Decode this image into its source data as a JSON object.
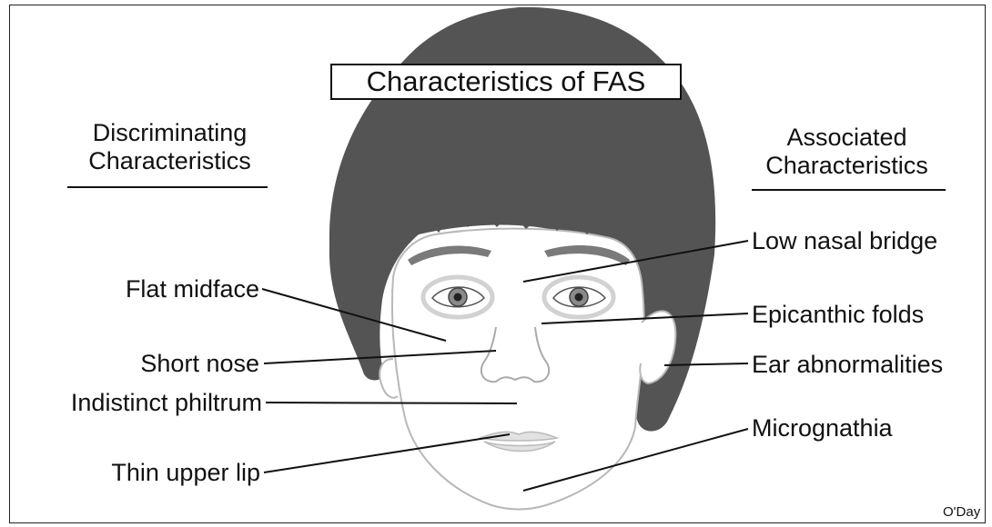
{
  "title": "Characteristics of FAS",
  "headers": {
    "discriminating_line1": "Discriminating",
    "discriminating_line2": "Characteristics",
    "associated_line1": "Associated",
    "associated_line2": "Characteristics"
  },
  "left_labels": {
    "flat_midface": "Flat midface",
    "short_nose": "Short nose",
    "indistinct_philtrum": "Indistinct philtrum",
    "thin_upper_lip": "Thin upper lip"
  },
  "right_labels": {
    "low_nasal_bridge": "Low nasal bridge",
    "epicanthic_folds": "Epicanthic folds",
    "ear_abnormalities": "Ear abnormalities",
    "micrognathia": "Micrognathia"
  },
  "credit": "O'Day",
  "colors": {
    "hair": "#545454",
    "eyebrow": "#7a7a7a",
    "iris": "#8a8a8a",
    "eye_shadow": "#d2d2d2",
    "line": "#111111",
    "face_outline": "#b8b8b8"
  }
}
